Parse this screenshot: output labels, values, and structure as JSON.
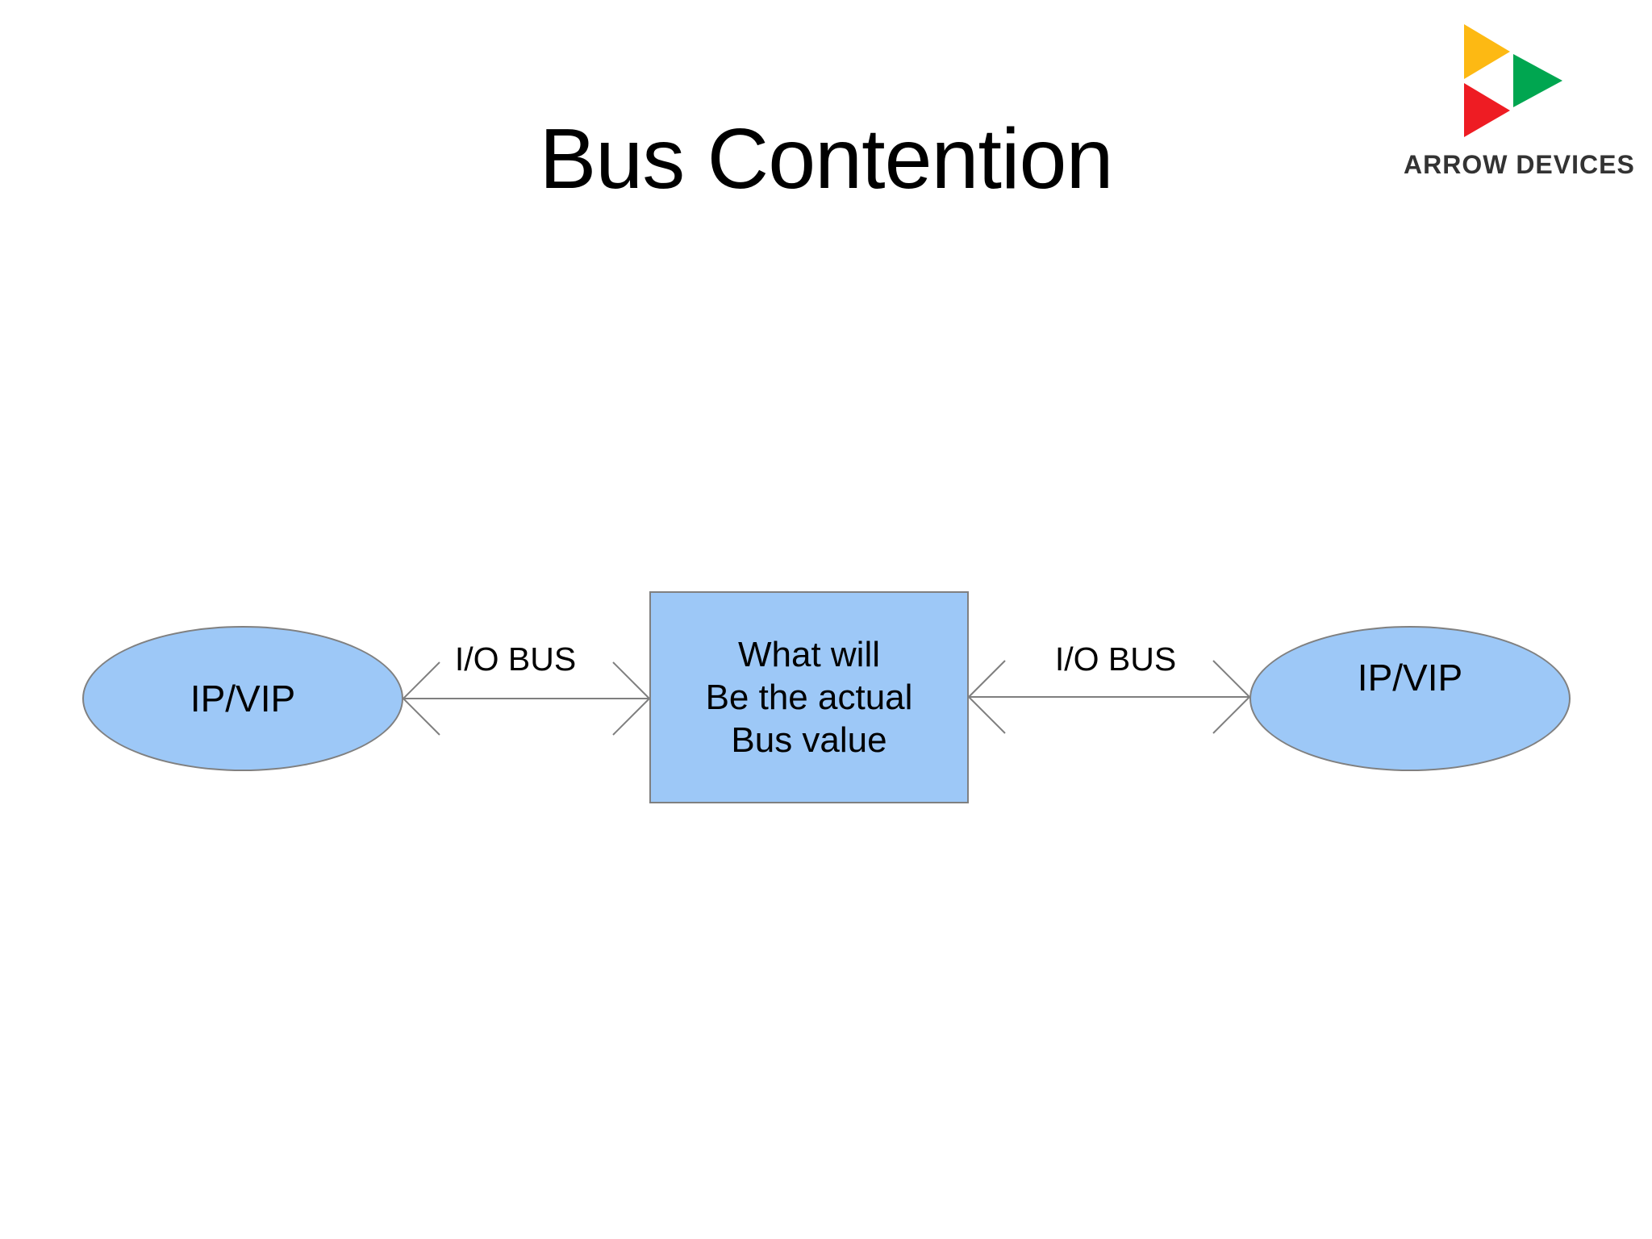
{
  "slide": {
    "title": "Bus Contention"
  },
  "logo": {
    "text": "ARROW DEVICES"
  },
  "diagram": {
    "left_ellipse": {
      "label": "IP/VIP"
    },
    "right_ellipse": {
      "label": "IP/VIP"
    },
    "center_box": {
      "lines": [
        "What will",
        "Be the actual",
        "Bus value"
      ]
    },
    "left_bus_label": "I/O BUS",
    "right_bus_label": "I/O BUS"
  },
  "colors": {
    "background": "#ffffff",
    "shape_fill": "#9dc8f7",
    "shape_border": "#808080",
    "arrow": "#7f7f7f",
    "title_text": "#000000",
    "body_text": "#000000",
    "logo_yellow": "#fdb913",
    "logo_red": "#ee1c23",
    "logo_green": "#00a650",
    "logo_text": "#333333"
  }
}
